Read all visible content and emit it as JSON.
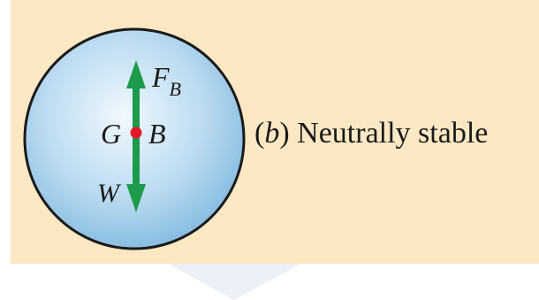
{
  "figure": {
    "labels": {
      "buoyant_force_main": "F",
      "buoyant_force_sub": "B",
      "center_gravity": "G",
      "center_buoyancy": "B",
      "weight": "W"
    },
    "caption": {
      "open_paren": "(",
      "letter": "b",
      "close_paren": ")",
      "text": " Neutrally stable"
    },
    "colors": {
      "panel_background": "#fde8c4",
      "sphere_fill_light": "#e6f3fb",
      "sphere_fill_dark": "#7fb8df",
      "sphere_outline": "#1a1a1a",
      "arrow": "#1d9a4a",
      "center_point": "#e0182a"
    }
  }
}
